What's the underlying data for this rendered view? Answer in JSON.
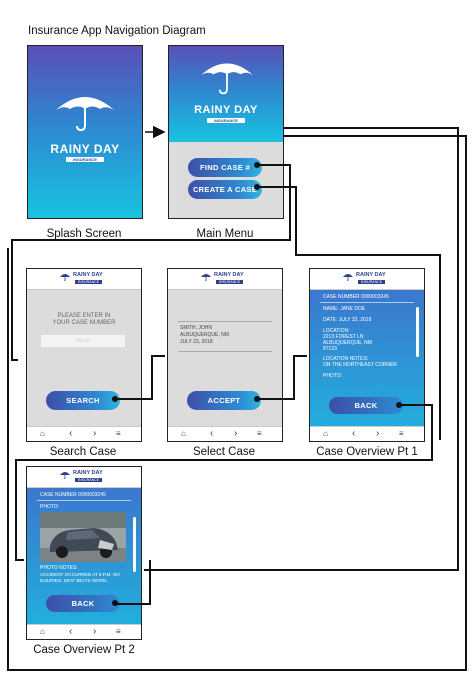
{
  "title": "Insurance App Navigation Diagram",
  "brand": {
    "name": "RAINY DAY",
    "subtitle": "INSURANCE"
  },
  "captions": {
    "splash": "Splash Screen",
    "main_menu": "Main Menu",
    "search_case": "Search Case",
    "select_case": "Select Case",
    "overview1": "Case Overview Pt 1",
    "overview2": "Case Overview Pt 2"
  },
  "main_menu": {
    "find_case": "FIND CASE #",
    "create_case": "CREATE A CASE"
  },
  "search_case": {
    "prompt_line1": "PLEASE ENTER IN",
    "prompt_line2": "YOUR CASE NUMBER",
    "field_placeholder": "FIELD",
    "search_button": "SEARCH"
  },
  "select_case": {
    "result_line1": "SMITH, JOHN",
    "result_line2": "ALBUQUERQUE, NM",
    "result_line3": "JULY 23, 2018",
    "accept_button": "ACCEPT"
  },
  "overview1": {
    "case_number": "CASE NUMBER 0000003245",
    "name": "NAME:   JANE DOE",
    "date": "DATE: JULY 23, 2018",
    "location_label": "LOCATION:",
    "location_line1": "2213 FOREST LN",
    "location_line2": "ALBUQUERQUE, NM",
    "location_line3": "87123",
    "notes_label": "LOCATION NOTES:",
    "notes_text": "ON THE NORTHEAST CORNER",
    "photo_label": "PHOTO:",
    "back_button": "BACK"
  },
  "overview2": {
    "case_number": "CASE NUMBER 0000003245",
    "photo_label": "PHOTO:",
    "notes_label": "PHOTO NOTES:",
    "notes_line1": "ACCIDENT OCCURRED AT 5 P.M.  NO",
    "notes_line2": "INJURIES.  SEAT BELTS WORN.",
    "back_button": "BACK"
  },
  "nav_icons": [
    "home-icon",
    "back-chevron-icon",
    "forward-chevron-icon",
    "menu-icon"
  ],
  "colors": {
    "gradient_top": "#5a4fb7",
    "gradient_bottom": "#18c3e0",
    "accent": "#2f89d2",
    "nav_blue": "#1d3b8a"
  }
}
